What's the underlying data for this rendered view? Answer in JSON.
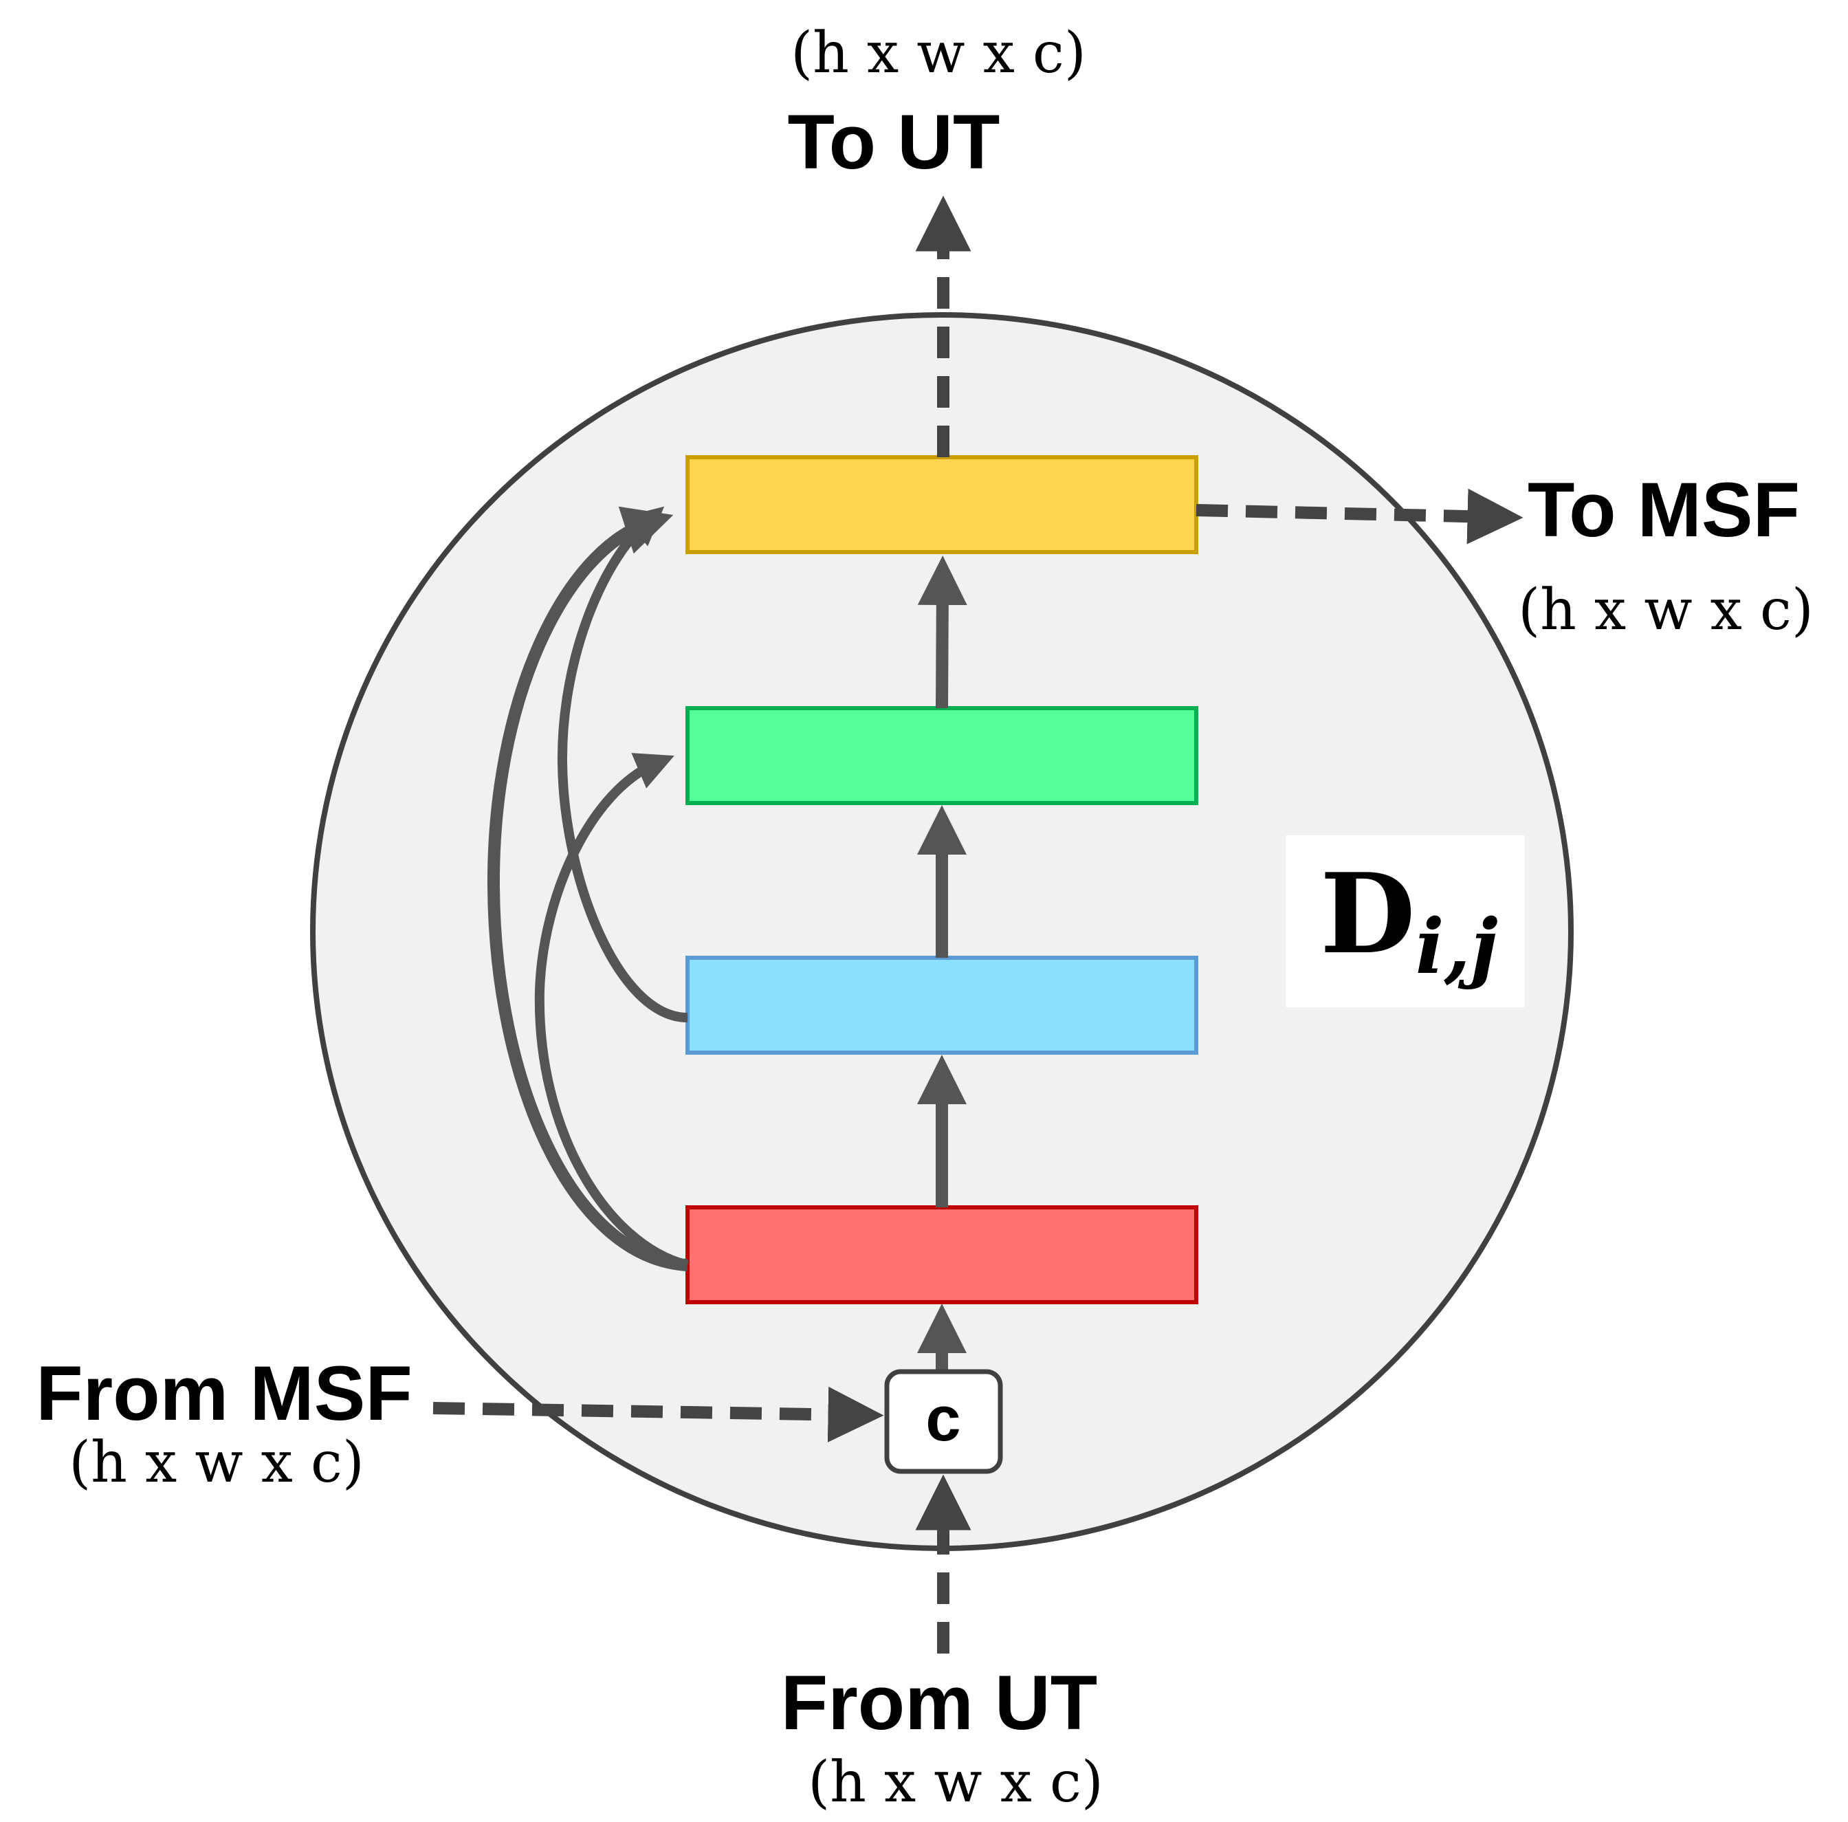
{
  "labels": {
    "top_out_title": "To UT",
    "top_out_dim": "(h x w x c)",
    "right_out_title": "To MSF",
    "right_out_dim": "(h x w x c)",
    "left_in_title": "From MSF",
    "left_in_dim": "(h x w x c)",
    "bottom_in_title": "From UT",
    "bottom_in_dim": "(h x w x c)",
    "concat_symbol": "c",
    "block_name_main": "D",
    "block_name_sub": "i,j"
  },
  "colors": {
    "circle_fill": "#f1f1f1",
    "circle_stroke": "#404040",
    "arrow": "#555555",
    "layer_yellow": "#ffd54f",
    "layer_yellow_border": "#c9a000",
    "layer_green": "#57ff9a",
    "layer_green_border": "#00b050",
    "layer_blue": "#8ae0ff",
    "layer_blue_border": "#5b9bd5",
    "layer_red": "#ff7070",
    "layer_red_border": "#c00000"
  }
}
